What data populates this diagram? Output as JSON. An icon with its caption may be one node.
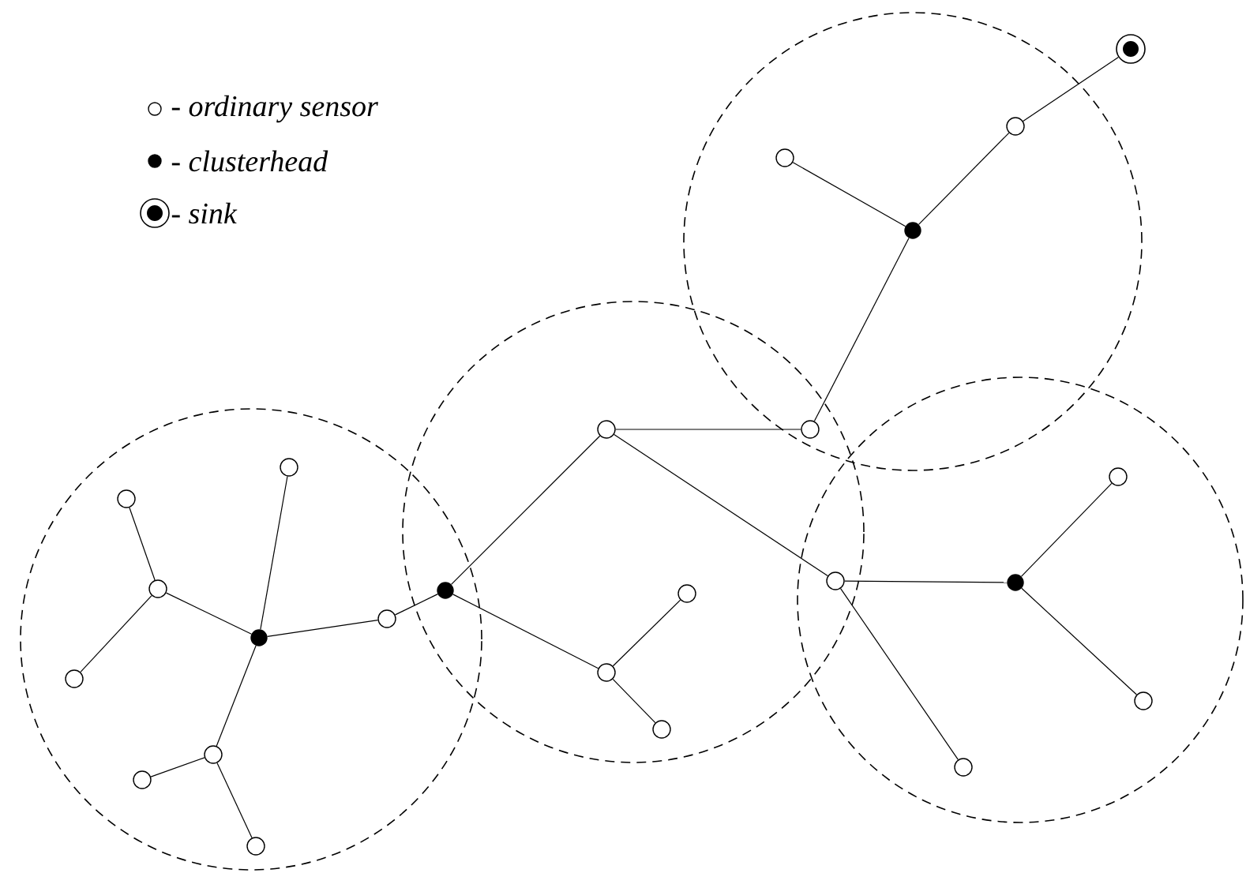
{
  "diagram": {
    "nodes": [
      {
        "text": [],
        "shape": "bullseye"
      },
      {
        "text": [],
        "shape": "circle"
      },
      {
        "text": [],
        "shape": "circle"
      },
      {
        "text": [],
        "shape": "dot"
      },
      {
        "text": [],
        "shape": "circle"
      },
      {
        "text": [],
        "shape": "circle"
      },
      {
        "text": [],
        "shape": "circle"
      },
      {
        "text": [],
        "shape": "circle"
      },
      {
        "text": [],
        "shape": "circle"
      },
      {
        "text": [],
        "shape": "dot"
      },
      {
        "text": [],
        "shape": "circle"
      },
      {
        "text": [],
        "shape": "circle"
      },
      {
        "text": [],
        "shape": "dot"
      },
      {
        "text": [],
        "shape": "circle"
      },
      {
        "text": [],
        "shape": "circle"
      },
      {
        "text": [],
        "shape": "dot"
      },
      {
        "text": [],
        "shape": "circle"
      },
      {
        "text": [],
        "shape": "circle"
      },
      {
        "text": [],
        "shape": "circle"
      },
      {
        "text": [],
        "shape": "circle"
      },
      {
        "text": [],
        "shape": "circle"
      },
      {
        "text": [],
        "shape": "circle"
      },
      {
        "text": [],
        "shape": "circle"
      },
      {
        "text": [],
        "shape": "circle"
      }
    ],
    "edges": [
      {
        "from": 1,
        "to": 0,
        "arrow": "none"
      },
      {
        "from": 3,
        "to": 1,
        "arrow": "none"
      },
      {
        "from": 2,
        "to": 3,
        "arrow": "none"
      },
      {
        "from": 3,
        "to": 5,
        "arrow": "none"
      },
      {
        "from": 5,
        "to": 4,
        "arrow": "none"
      },
      {
        "from": 4,
        "to": 12,
        "arrow": "none"
      },
      {
        "from": 4,
        "to": 10,
        "arrow": "none"
      },
      {
        "from": 10,
        "to": 9,
        "arrow": "none"
      },
      {
        "from": 9,
        "to": 7,
        "arrow": "none"
      },
      {
        "from": 9,
        "to": 18,
        "arrow": "none"
      },
      {
        "from": 10,
        "to": 21,
        "arrow": "none"
      },
      {
        "from": 12,
        "to": 14,
        "arrow": "none"
      },
      {
        "from": 14,
        "to": 15,
        "arrow": "none"
      },
      {
        "from": 12,
        "to": 16,
        "arrow": "none"
      },
      {
        "from": 16,
        "to": 13,
        "arrow": "none"
      },
      {
        "from": 16,
        "to": 19,
        "arrow": "none"
      },
      {
        "from": 15,
        "to": 11,
        "arrow": "none"
      },
      {
        "from": 11,
        "to": 8,
        "arrow": "none"
      },
      {
        "from": 11,
        "to": 17,
        "arrow": "none"
      },
      {
        "from": 15,
        "to": 6,
        "arrow": "none"
      },
      {
        "from": 15,
        "to": 20,
        "arrow": "none"
      },
      {
        "from": 20,
        "to": 22,
        "arrow": "none"
      },
      {
        "from": 20,
        "to": 23,
        "arrow": "none"
      }
    ],
    "legend": [
      {
        "text": "- *ordinary sensor*"
      },
      {
        "text": "- *clusterhead*"
      },
      {
        "text": "- *sink*"
      }
    ]
  }
}
